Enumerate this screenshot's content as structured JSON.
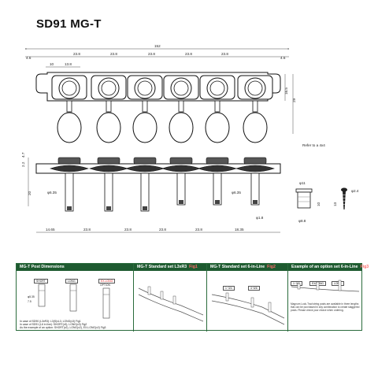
{
  "title": "SD91 MG-T",
  "dims_top": {
    "overall": "152",
    "end_left": "4.6",
    "end_right": "4.6",
    "pitch": [
      "23.8",
      "23.8",
      "23.8",
      "23.8",
      "23.8"
    ],
    "first_a": "10",
    "first_b": "13.8",
    "height_a": "16.5",
    "height_b": "29"
  },
  "note_refer": "Refer to a 4x4",
  "dims_side": {
    "top_a": "2.2",
    "top_b": "4.7",
    "height": "20",
    "dia_post_left": "φ6.35",
    "dia_post_right": "φ6.35",
    "dia_bottom": "φ1.8",
    "bottom_spacing": [
      "14.65",
      "23.8",
      "23.8",
      "23.8",
      "23.8",
      "18.35"
    ]
  },
  "dims_bushing": {
    "dia_top": "φ11",
    "height": "10",
    "dia_bottom": "φ8.8"
  },
  "dims_screw": {
    "dia": "φ2.4",
    "length": "13"
  },
  "panel1": {
    "heading": "MG-T Post Dimensions",
    "label_short": "SHORT",
    "label_long": "LONG",
    "label_exlong": "EX-LONG",
    "label_option": "OPTION",
    "dim_a": "φ5.35",
    "dim_b": "7.5",
    "notes": [
      "In case of SD90 (L3xR3): L3(S)xL3, LONG(x3) Fig1",
      "In case of SD91 (L6 in line): SHORT(x3), LONG(x3) Fig2",
      "As the example of an option: SHORT(x2), LONG(x2), EX-LONG(x2) Fig3"
    ]
  },
  "panel2": {
    "heading": "MG-T Standard set L3xR3",
    "fig": "Fig1"
  },
  "panel3": {
    "heading": "MG-T Standard set 6-in-Line",
    "fig": "Fig2",
    "label_a": "1~3/4",
    "label_b": "4~6/6"
  },
  "panel4": {
    "heading": "Example of an option set 6-in-Line",
    "fig": "Fig3",
    "label_a": "1~3/4",
    "label_b": "EX/LONG",
    "label_c": "LONG",
    "note": "Magnum Lock-Trad string posts are available in three lengths that can be purchased in any combination to create staggered posts. Please check your choice when ordering."
  },
  "colors": {
    "header_green": "#1e5a30",
    "border_green": "#2a6b3c",
    "fig_red": "#ff6a6a"
  }
}
